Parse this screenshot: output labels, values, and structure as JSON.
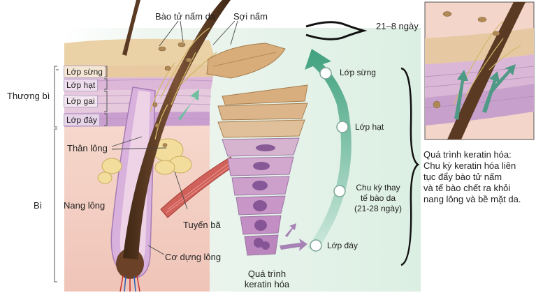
{
  "labels": {
    "spores": "Bào tử nấm da",
    "hyphae": "Sợi nấm",
    "duration": "21–8 ngày",
    "epidermis": "Thượng bì",
    "stratum_corneum": "Lớp sừng",
    "stratum_granulosum": "Lớp hạt",
    "stratum_spinosum": "Lớp gai",
    "stratum_basale": "Lớp đáy",
    "hair_shaft": "Thân lông",
    "dermis": "Bì",
    "hair_follicle": "Nang lông",
    "sebaceous_gland": "Tuyến bã",
    "arrector_pili": "Cơ dựng lông",
    "keratinization": [
      "Quá trình",
      "keratin hóa"
    ],
    "cycle": [
      "Chu kỳ thay",
      "tế bào da",
      "(21-28 ngày)"
    ],
    "cycle_corneum": "Lớp sừng",
    "cycle_granulosum": "Lớp hạt",
    "cycle_basale": "Lớp đáy",
    "note": [
      "Quá trình keratin hóa:",
      "Chu kỳ keratin hóa liên",
      "tục đẩy bào tử nấm",
      "và tế bào chết ra khỏi",
      "nang lông và bề mặt da."
    ]
  },
  "colors": {
    "skin_surface": "#e8c79a",
    "dermis": "#f4cfc4",
    "stratum_purple": "#c9a6d2",
    "hair": "#5a3a22",
    "cycle_arrow": "#5fb39a",
    "background_green": "#e6f2ea",
    "gland": "#f1dc9a"
  }
}
